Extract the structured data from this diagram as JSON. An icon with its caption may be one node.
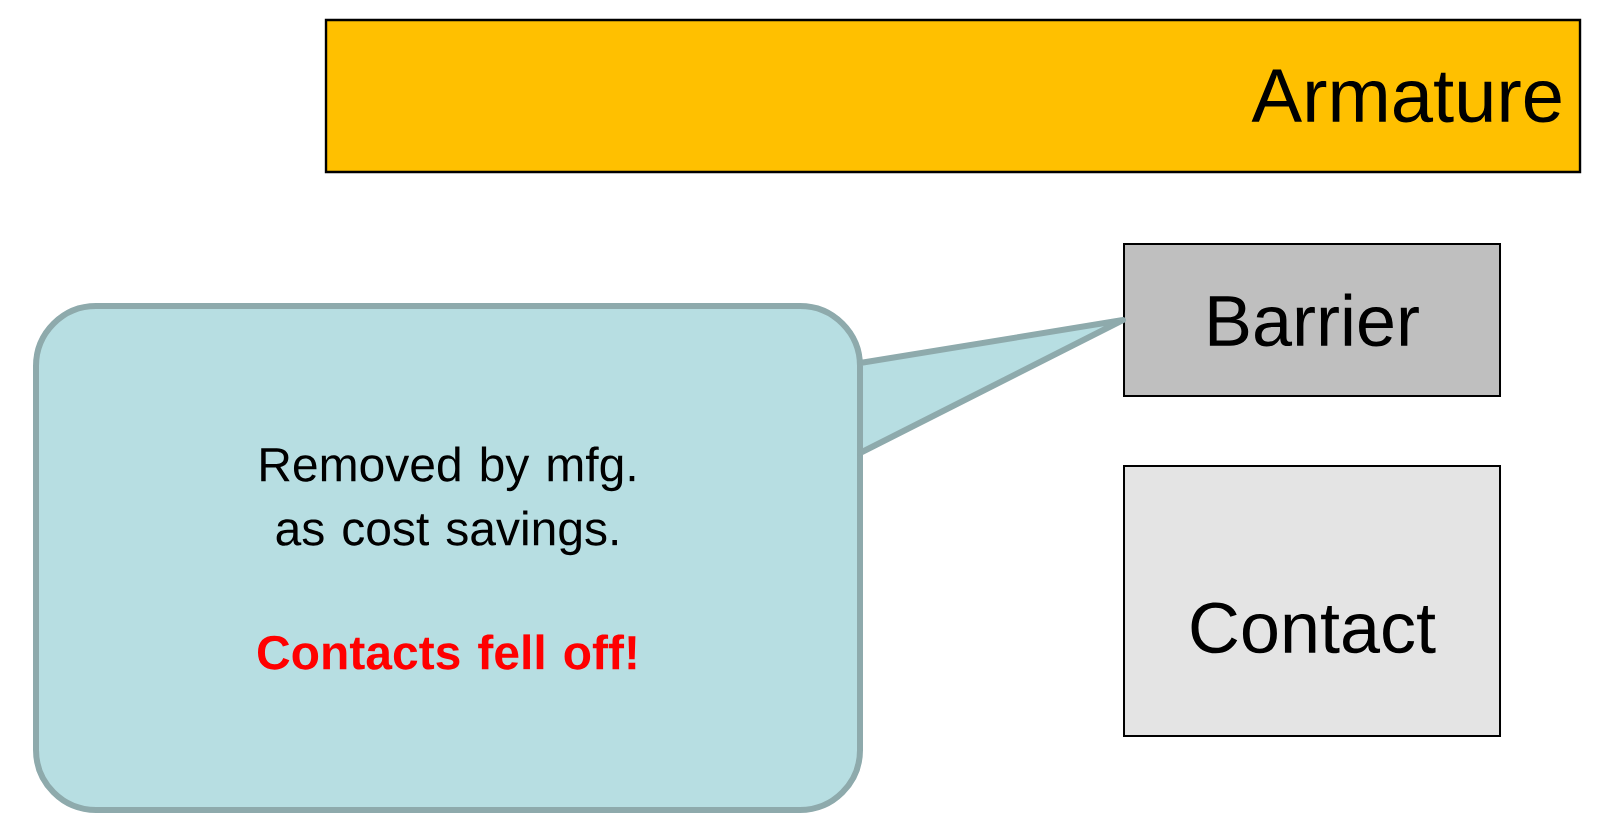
{
  "diagram": {
    "nodes": [
      {
        "text": [
          "Armature"
        ]
      },
      {
        "text": [
          "Barrier"
        ]
      },
      {
        "text": [
          "Removed by mfg. as cost savings.",
          "Contacts fell off!"
        ]
      },
      {
        "text": [
          "Contact"
        ]
      }
    ],
    "edges": [
      {
        "from": 2,
        "to": 1,
        "arrow": "none"
      }
    ]
  }
}
